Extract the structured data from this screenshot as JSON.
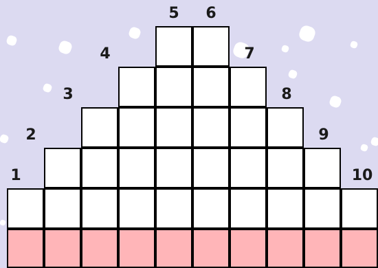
{
  "colors": {
    "background": "#dcdaf1",
    "cell": "#ffffff",
    "base": "#ffb5b8",
    "grid": "#000000",
    "snow": "#ffffff"
  },
  "icons": [
    "snowflake-dot-icon"
  ],
  "columns": [
    {
      "label": "1",
      "white_cells": 1
    },
    {
      "label": "2",
      "white_cells": 2
    },
    {
      "label": "3",
      "white_cells": 3
    },
    {
      "label": "4",
      "white_cells": 4
    },
    {
      "label": "5",
      "white_cells": 5
    },
    {
      "label": "6",
      "white_cells": 5
    },
    {
      "label": "7",
      "white_cells": 4
    },
    {
      "label": "8",
      "white_cells": 3
    },
    {
      "label": "9",
      "white_cells": 2
    },
    {
      "label": "10",
      "white_cells": 1
    }
  ],
  "base_row_cells": 10
}
